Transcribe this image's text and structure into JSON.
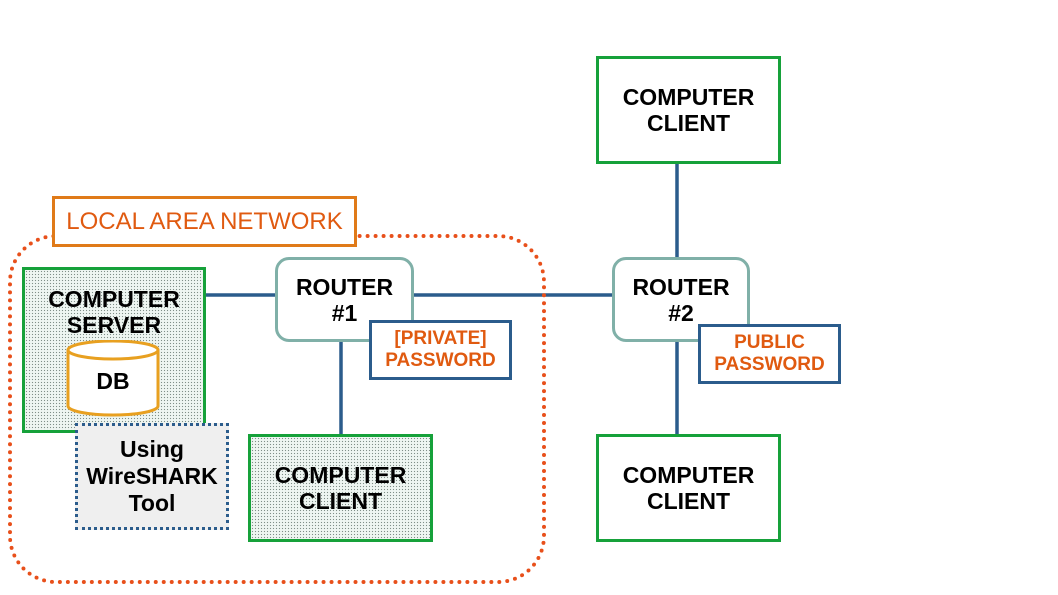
{
  "colors": {
    "link": "#2b5c8c",
    "computer_border": "#16a13a",
    "router_border": "#80b0a8",
    "lan_border": "#e8501b",
    "db_border": "#e8a020",
    "password_text": "#e05a10"
  },
  "lan": {
    "title": "LOCAL AREA NETWORK"
  },
  "server": {
    "line1": "COMPUTER",
    "line2": "SERVER",
    "db_label": "DB"
  },
  "wireshark": {
    "line1": "Using",
    "line2": "WireSHARK",
    "line3": "Tool"
  },
  "router1": {
    "line1": "ROUTER",
    "line2": "#1",
    "password_line1": "[PRIVATE]",
    "password_line2": "PASSWORD"
  },
  "router2": {
    "line1": "ROUTER",
    "line2": "#2",
    "password_line1": "PUBLIC",
    "password_line2": "PASSWORD"
  },
  "client_lan": {
    "line1": "COMPUTER",
    "line2": "CLIENT"
  },
  "client_top": {
    "line1": "COMPUTER",
    "line2": "CLIENT"
  },
  "client_bottom": {
    "line1": "COMPUTER",
    "line2": "CLIENT"
  }
}
